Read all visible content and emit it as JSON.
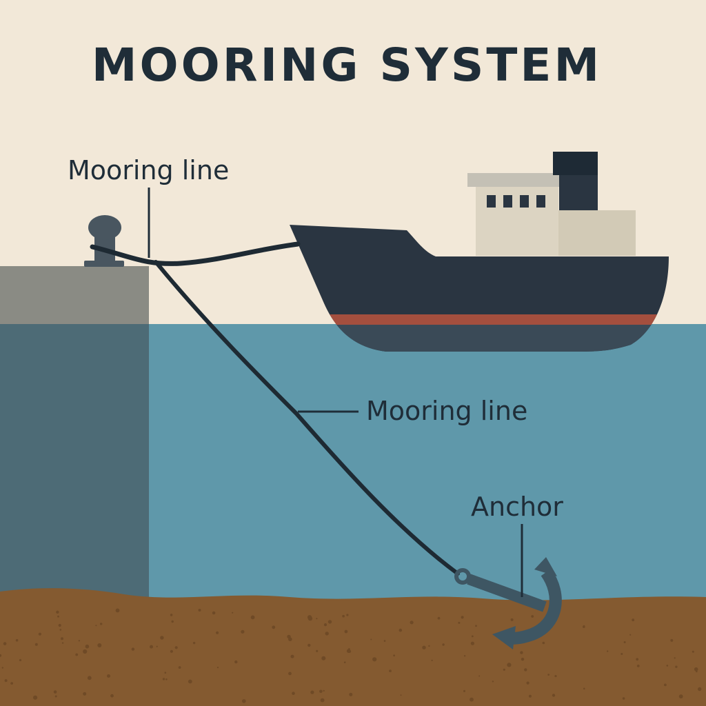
{
  "title": "MOORING SYSTEM",
  "labels": {
    "mooring_line_top": "Mooring line",
    "mooring_line_mid": "Mooring line",
    "anchor": "Anchor"
  },
  "colors": {
    "sky": "#f2e8d8",
    "water": "#5f98aa",
    "seabed": "#845a30",
    "seabed_speck": "#6f4a26",
    "pier_top": "#8a8b84",
    "pier_submerged": "#4d6b76",
    "hull": "#2a3541",
    "hull_below_water": "#3a4a57",
    "hull_stripe": "#a44f3e",
    "cabin": "#dcd4c2",
    "cabin_roof": "#c4c0b5",
    "cabin_side": "#d2cab6",
    "funnel": "#2a3541",
    "funnel_top": "#1e2a35",
    "window": "#2a3541",
    "line": "#1e2a33",
    "anchor": "#3e5663",
    "bollard": "#495660",
    "text": "#1f2d38"
  }
}
